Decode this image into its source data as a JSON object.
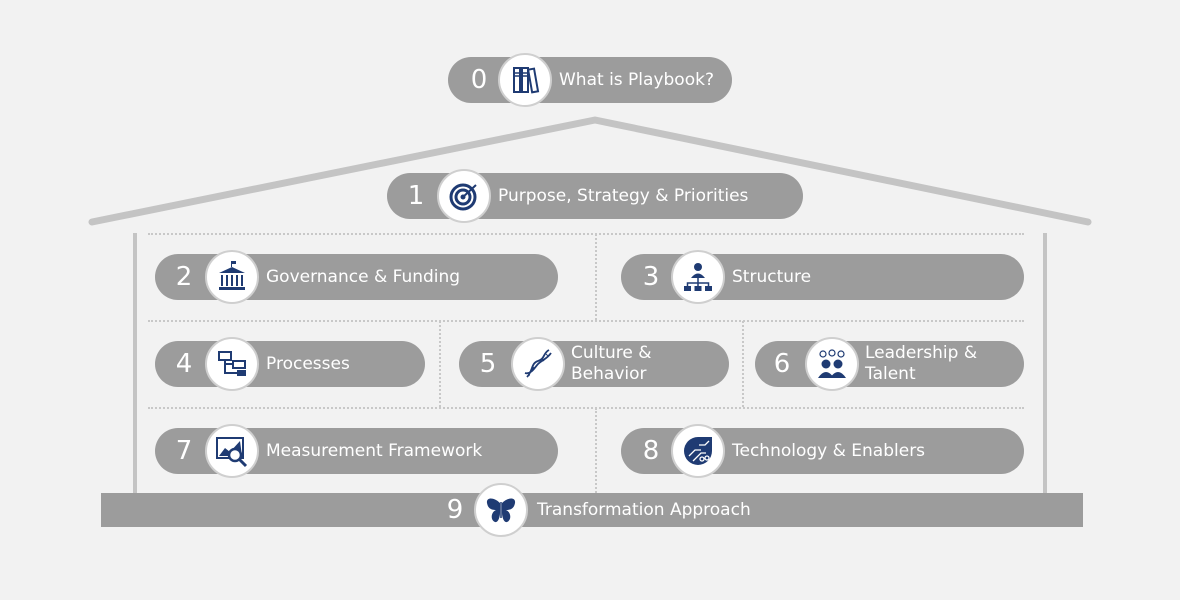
{
  "title_item": {
    "number": "0",
    "label": "What is Playbook?",
    "icon": "binders-icon"
  },
  "items": [
    {
      "number": "1",
      "label": "Purpose, Strategy & Priorities",
      "icon": "target-icon"
    },
    {
      "number": "2",
      "label": "Governance & Funding",
      "icon": "government-building-icon"
    },
    {
      "number": "3",
      "label": "Structure",
      "icon": "org-chart-icon"
    },
    {
      "number": "4",
      "label": "Processes",
      "icon": "process-flow-icon"
    },
    {
      "number": "5",
      "label": "Culture & Behavior",
      "icon": "dna-icon"
    },
    {
      "number": "6",
      "label": "Leadership & Talent",
      "icon": "people-icon"
    },
    {
      "number": "7",
      "label": "Measurement Framework",
      "icon": "chart-magnifier-icon"
    },
    {
      "number": "8",
      "label": "Technology & Enablers",
      "icon": "circuit-icon"
    },
    {
      "number": "9",
      "label": "Transformation Approach",
      "icon": "butterfly-icon"
    }
  ],
  "colors": {
    "background": "#f2f2f2",
    "pill": "#9c9c9c",
    "roof": "#c4c4c4",
    "icon": "#1f3b73"
  }
}
